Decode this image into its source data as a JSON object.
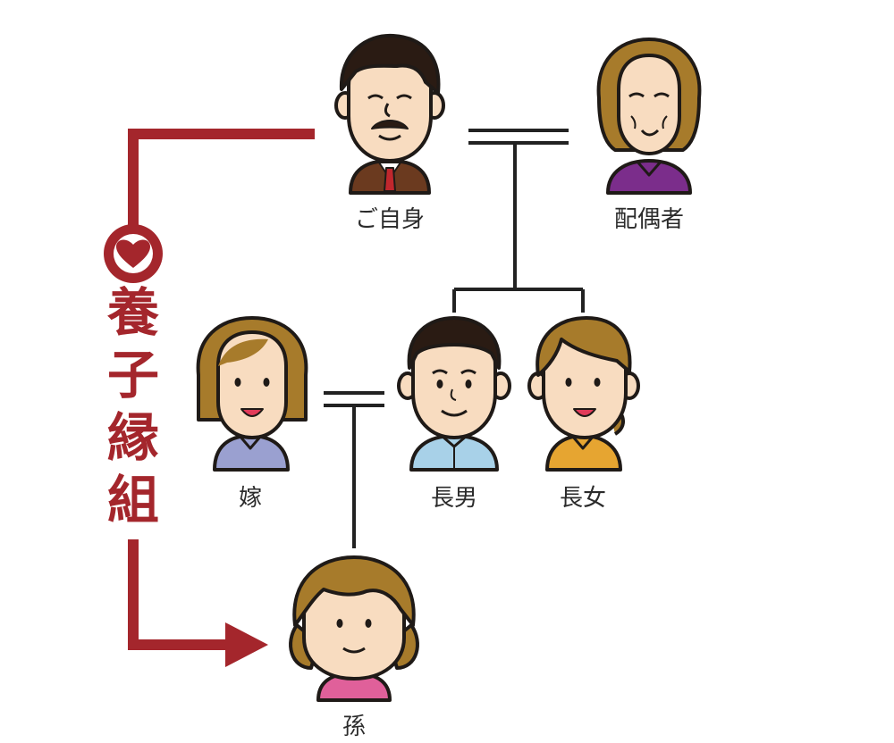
{
  "people": {
    "self": "ご自身",
    "spouse": "配偶者",
    "daughter_in_law": "嫁",
    "eldest_son": "長男",
    "eldest_daughter": "長女",
    "grandchild": "孫"
  },
  "adoption": {
    "chars": [
      "養",
      "子",
      "縁",
      "組"
    ],
    "icon": "heart-icon"
  },
  "colors": {
    "adoption_arrow": "#a4262c",
    "line": "#222222",
    "outline": "#1f1a17",
    "skin": "#f8dcc0"
  }
}
